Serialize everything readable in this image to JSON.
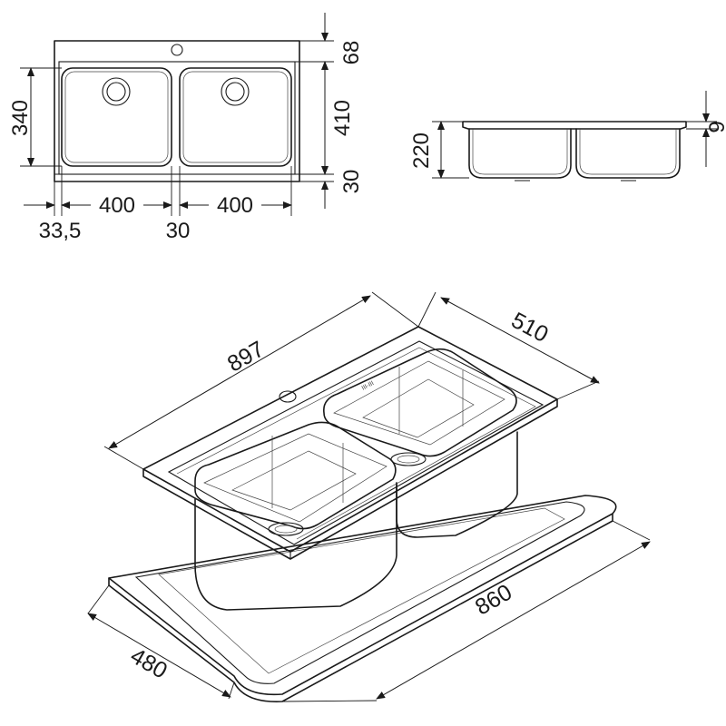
{
  "top_view": {
    "dims": {
      "top_flange": "68",
      "bowl_depth_left": "340",
      "bowl_depth_right": "410",
      "bottom_flange": "30",
      "bowl_width_left": "400",
      "bowl_width_right": "400",
      "left_margin": "33,5",
      "middle_gap": "30"
    }
  },
  "side_view": {
    "dims": {
      "height": "220",
      "flange_thickness": "9"
    }
  },
  "iso_view": {
    "dims": {
      "length": "897",
      "width": "510",
      "cutout_length": "860",
      "cutout_width": "480"
    },
    "logo_text": "III-III"
  }
}
